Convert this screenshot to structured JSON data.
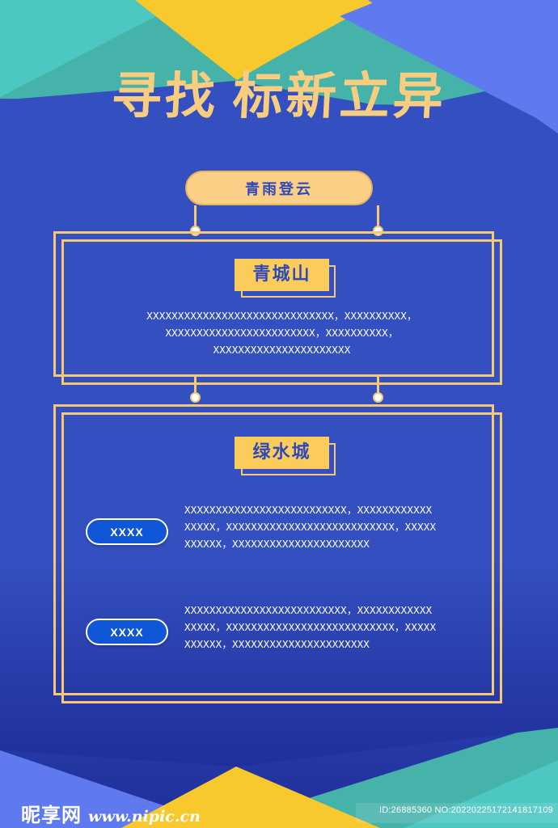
{
  "title": {
    "part1": "寻找",
    "part2": "标新立异"
  },
  "subtitle": {
    "label": "青雨登云"
  },
  "colors": {
    "background_blue": "#3450c0",
    "deep_blue": "#2433a0",
    "light_blue": "#5f79ef",
    "gold": "#f6c873",
    "yellow": "#fbcc5c",
    "accent_yellow": "#f7c92c",
    "teal": "#4cc7c1",
    "teal_dark": "#46b3ab",
    "badge_blue": "#1057d8",
    "text_white": "#ffffff"
  },
  "cards": [
    {
      "heading": "青城山",
      "paragraph": "XXXXXXXXXXXXXXXXXXXXXXXXXXXXXX，XXXXXXXXXX，\nXXXXXXXXXXXXXXXXXXXXXXXX，XXXXXXXXXX，\nXXXXXXXXXXXXXXXXXXXXXX"
    },
    {
      "heading": "绿水城",
      "rows": [
        {
          "badge": "XXXX",
          "paragraph": "XXXXXXXXXXXXXXXXXXXXXXXXXX，XXXXXXXXXXXX\nXXXXX，XXXXXXXXXXXXXXXXXXXXXXXXXXX，XXXXX\nXXXXXX，XXXXXXXXXXXXXXXXXXXXXX"
        },
        {
          "badge": "XXXX",
          "paragraph": "XXXXXXXXXXXXXXXXXXXXXXXXXX，XXXXXXXXXXXX\nXXXXX，XXXXXXXXXXXXXXXXXXXXXXXXXXX，XXXXX\nXXXXXX，XXXXXXXXXXXXXXXXXXXXXX"
        }
      ]
    }
  ],
  "footer": {
    "brand_cn": "昵享网",
    "brand_url": "www.nipic.cn",
    "id_text": "ID:26885360 NO:20220225172141817109"
  }
}
